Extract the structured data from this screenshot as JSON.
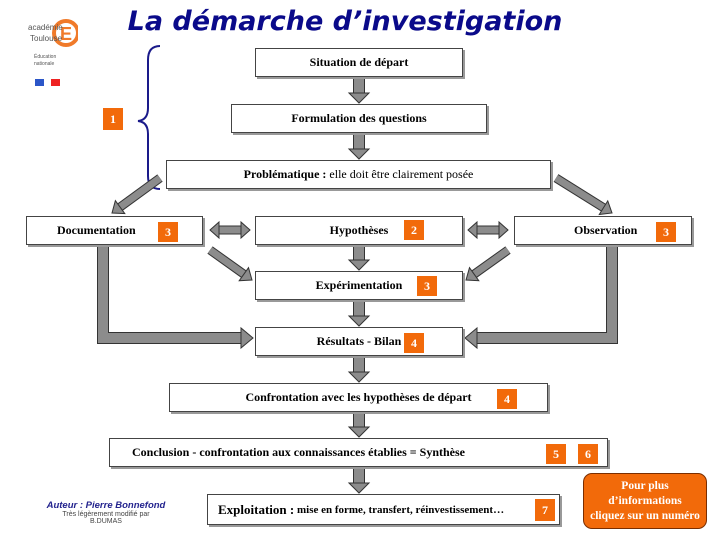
{
  "title": "La démarche d’investigation",
  "logo": {
    "lines": [
      "académie",
      "Toulouse",
      "Éducation",
      "nationale"
    ],
    "letter": "É"
  },
  "boxes": {
    "situation": "Situation de départ",
    "formulation": "Formulation des questions",
    "problematique_bold": "Problématique :",
    "problematique_rest": " elle doit être clairement posée",
    "documentation": "Documentation",
    "hypotheses": "Hypothèses",
    "observation": "Observation",
    "experimentation": "Expérimentation",
    "resultats": "Résultats - Bilan",
    "confrontation": "Confrontation avec les hypothèses de départ",
    "conclusion": "Conclusion - confrontation aux connaissances établies = Synthèse",
    "exploitation_bold": "Exploitation :",
    "exploitation_rest": " mise en forme, transfert, réinvestissement…"
  },
  "badges": {
    "formulation": "1",
    "documentation": "3",
    "hypotheses": "2",
    "observation": "3",
    "experimentation": "3",
    "resultats": "4",
    "confrontation": "4",
    "conclusion_a": "5",
    "conclusion_b": "6",
    "exploitation": "7"
  },
  "more_info": "Pour plus d’informations cliquez sur un numéro",
  "author": {
    "name": "Auteur : Pierre Bonnefond",
    "note": "Très légèrement modifié par",
    "editor": "B.DUMAS"
  },
  "colors": {
    "badge": "#f26a0a",
    "title": "#0a0a8a",
    "arrow": "#8c8c8c"
  }
}
